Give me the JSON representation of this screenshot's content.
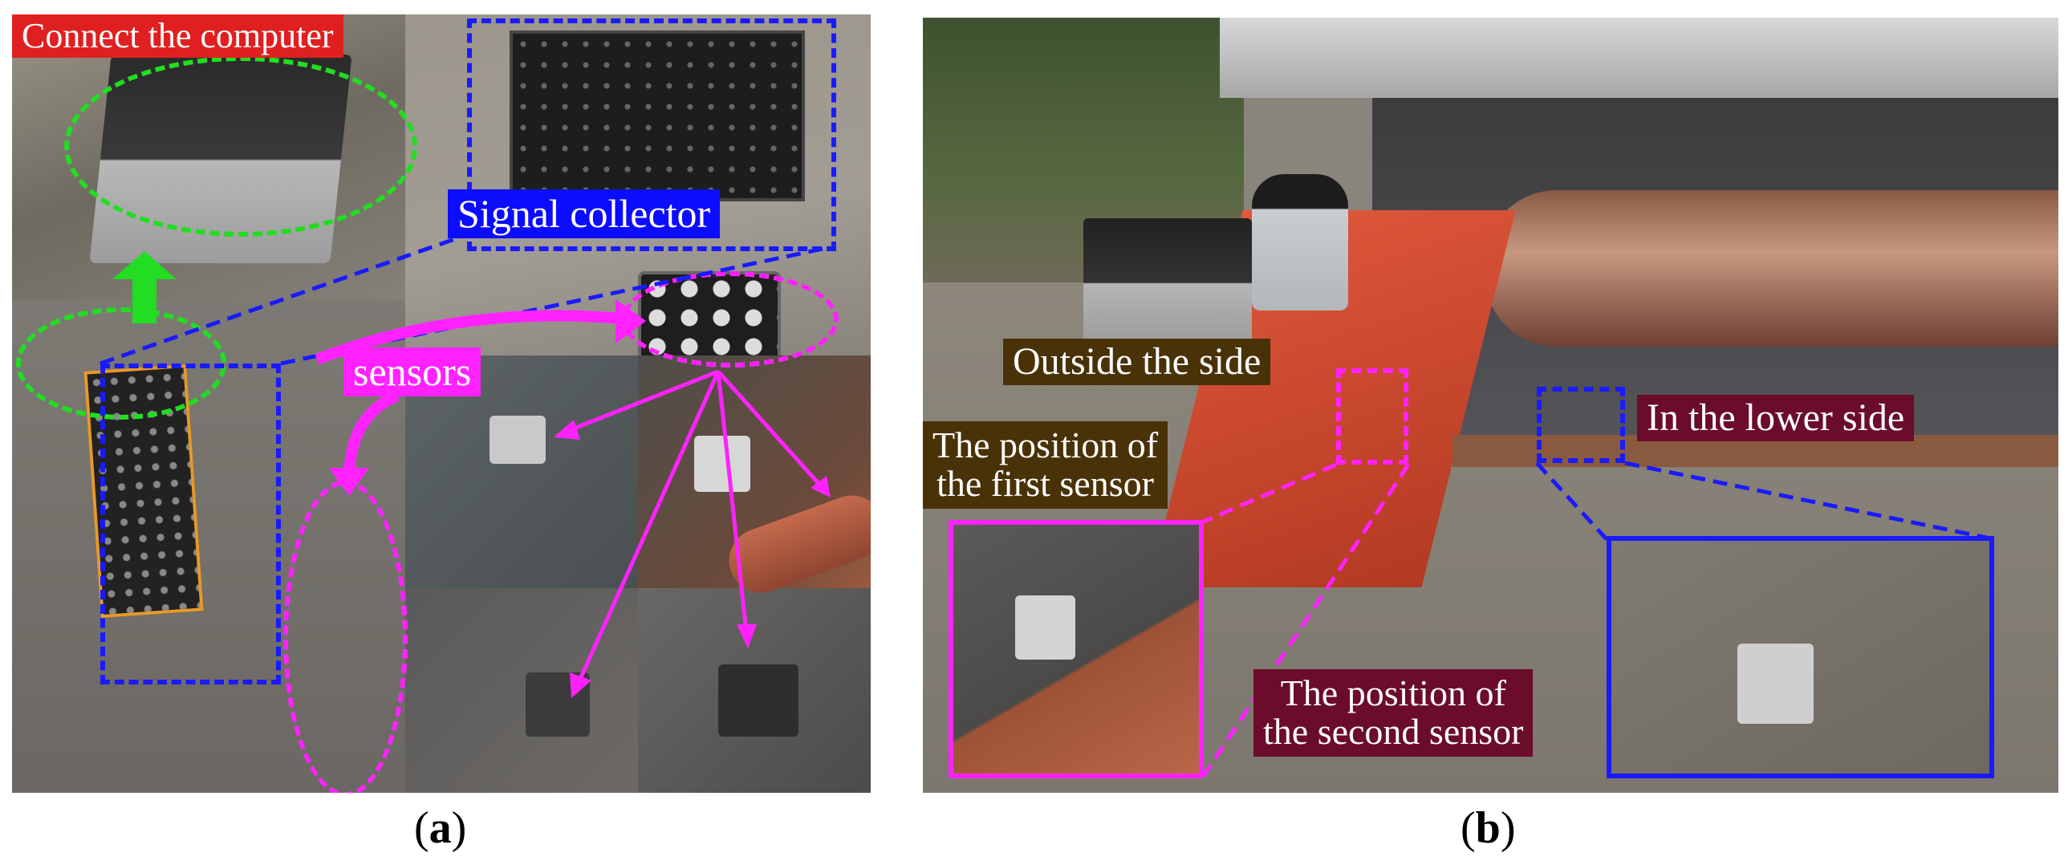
{
  "figure": {
    "panel_a": {
      "caption_letter": "a",
      "labels": {
        "connect_computer": "Connect the computer",
        "signal_collector": "Signal collector",
        "sensors": "sensors"
      }
    },
    "panel_b": {
      "caption_letter": "b",
      "labels": {
        "outside_side": "Outside the side",
        "first_sensor_line1": "The position of",
        "first_sensor_line2": "the first sensor",
        "lower_side": "In the lower side",
        "second_sensor_line1": "The position of",
        "second_sensor_line2": "the second sensor"
      }
    },
    "colors": {
      "green_dash": "#22dd22",
      "blue_dash": "#1a1aff",
      "magenta": "#ff22ff",
      "label_red": "#e02020",
      "label_blue": "#0c0cff",
      "label_magenta": "#ff22ff",
      "label_brown": "#4a3208",
      "label_maroon": "#6a0c2a"
    }
  }
}
